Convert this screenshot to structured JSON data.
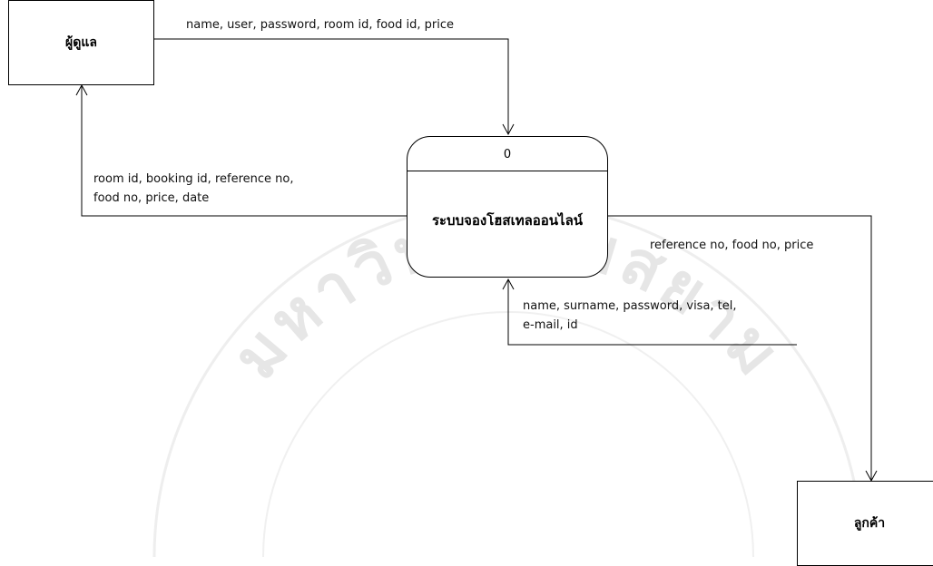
{
  "entities": {
    "admin": "ผู้ดูแล",
    "customer": "ลูกค้า"
  },
  "process": {
    "number": "0",
    "name": "ระบบจองโฮสเทลออนไลน์"
  },
  "flows": {
    "admin_to_system": "name, user, password, room id, food id, price",
    "system_to_admin_line1": "room id, booking id, reference  no,",
    "system_to_admin_line2": "food no, price, date",
    "system_to_customer": "reference  no, food no, price",
    "customer_to_system_line1": "name, surname, password, visa, tel,",
    "customer_to_system_line2": "e-mail, id"
  },
  "watermark": {
    "text": "มหาวิทยาลัยสยาม",
    "color": "#e6e6e6"
  }
}
